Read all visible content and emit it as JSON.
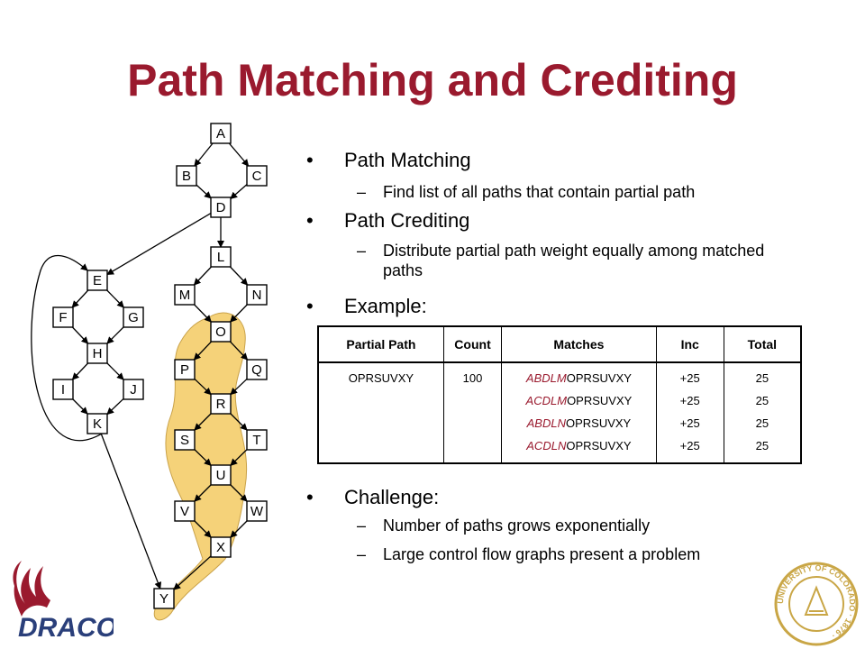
{
  "title": "Path Matching and Crediting",
  "graph": {
    "nodes": {
      "A": "A",
      "B": "B",
      "C": "C",
      "D": "D",
      "E": "E",
      "F": "F",
      "G": "G",
      "H": "H",
      "I": "I",
      "J": "J",
      "K": "K",
      "L": "L",
      "M": "M",
      "N": "N",
      "O": "O",
      "P": "P",
      "Q": "Q",
      "R": "R",
      "S": "S",
      "T": "T",
      "U": "U",
      "V": "V",
      "W": "W",
      "X": "X",
      "Y": "Y"
    },
    "highlight_color": "#f5d279"
  },
  "bullets": {
    "matching": "Path Matching",
    "matching_sub": "Find list of all paths that contain partial path",
    "crediting": "Path Crediting",
    "crediting_sub": "Distribute partial path weight equally among matched paths",
    "example": "Example:",
    "challenge": "Challenge:",
    "challenge_sub1": "Number of paths grows exponentially",
    "challenge_sub2": "Large control flow graphs present a problem"
  },
  "table": {
    "headers": [
      "Partial Path",
      "Count",
      "Matches",
      "Inc",
      "Total"
    ],
    "partial_path": "OPRSUVXY",
    "count": "100",
    "matches": [
      {
        "prefix": "ABDLM",
        "suffix": "OPRSUVXY"
      },
      {
        "prefix": "ACDLM",
        "suffix": "OPRSUVXY"
      },
      {
        "prefix": "ABDLN",
        "suffix": "OPRSUVXY"
      },
      {
        "prefix": "ACDLN",
        "suffix": "OPRSUVXY"
      }
    ],
    "inc": [
      "+25",
      "+25",
      "+25",
      "+25"
    ],
    "total": [
      "25",
      "25",
      "25",
      "25"
    ]
  },
  "logo_text": "DRACO",
  "seal_text": "UNIVERSITY OF COLORADO · 1876",
  "colors": {
    "title": "#9a1a2e",
    "highlight": "#f5d279",
    "seal": "#c9a646"
  }
}
